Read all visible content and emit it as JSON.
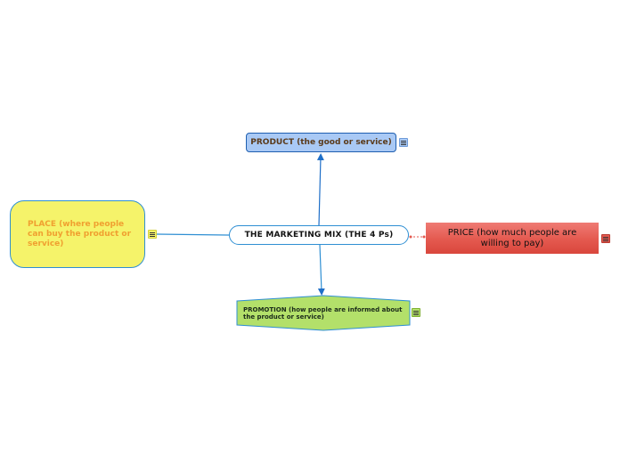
{
  "map": {
    "central": {
      "label": "THE MARKETING MIX (THE 4 Ps)"
    },
    "topics": {
      "product": {
        "label": "PRODUCT (the good or service)",
        "color": "#a9c9f5",
        "note_icon": "note-icon"
      },
      "place": {
        "label": "PLACE (where people can buy the product or service)",
        "color": "#f5f36a",
        "note_icon": "note-icon"
      },
      "price": {
        "label": "PRICE (how much people are willing to pay)",
        "color": "#e4594f",
        "note_icon": "note-icon"
      },
      "promotion": {
        "label": "PROMOTION (how people are informed about the product or service)",
        "color": "#b3e06a",
        "note_icon": "note-icon"
      }
    },
    "colors": {
      "connector": "#2f8fd3",
      "price_connector": "#e4594f"
    }
  }
}
